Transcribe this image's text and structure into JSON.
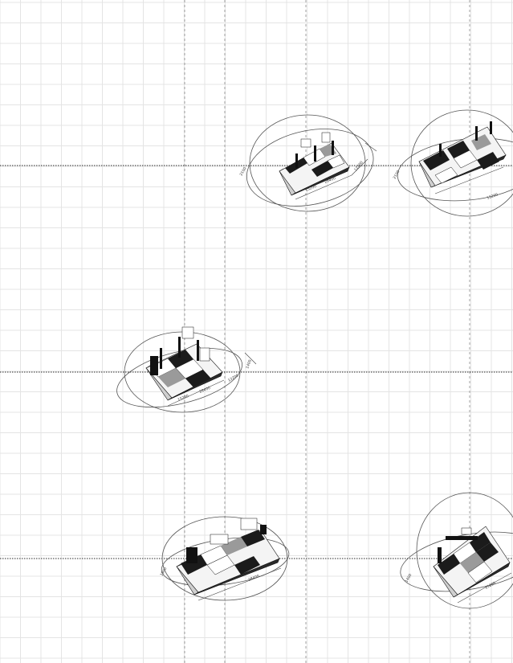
{
  "models": [
    {
      "id": "unit-1",
      "dims": [
        "15200",
        "28400",
        "12200",
        "2100"
      ]
    },
    {
      "id": "unit-2",
      "dims": [
        "15200",
        "2100"
      ]
    },
    {
      "id": "unit-3",
      "dims": [
        "15200",
        "28400",
        "12200",
        "1400"
      ]
    },
    {
      "id": "unit-4",
      "dims": [
        "28400",
        "1900"
      ]
    },
    {
      "id": "unit-5",
      "dims": [
        "15200",
        "1400"
      ]
    }
  ],
  "colors": {
    "background": "#ffffff",
    "grid": "#e4e4e4",
    "ink": "#111111"
  }
}
